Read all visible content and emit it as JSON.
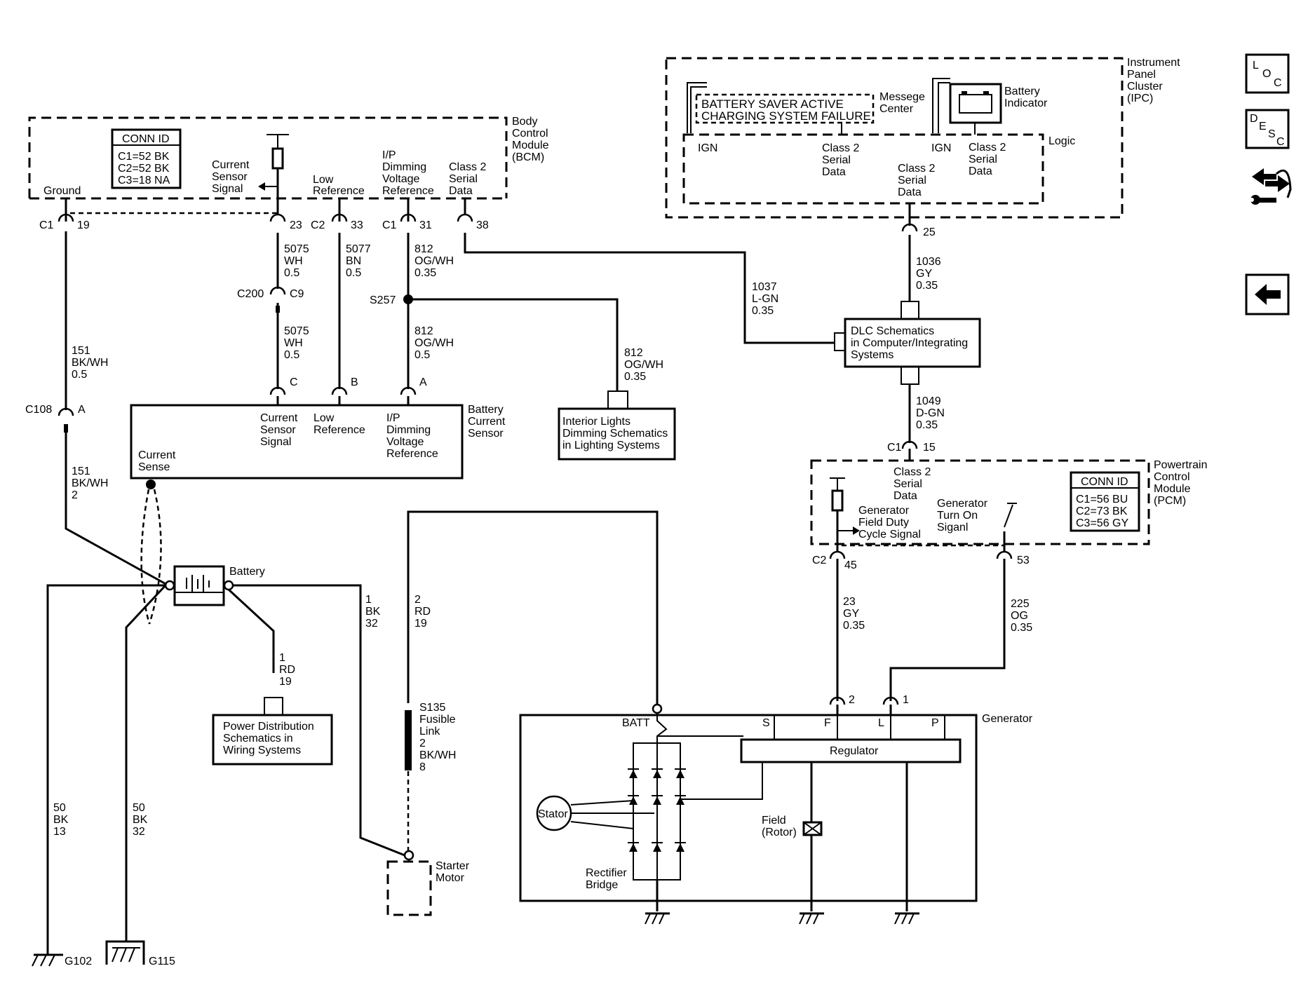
{
  "colors": {
    "line": "#000000",
    "background": "#ffffff"
  },
  "bcm": {
    "title": [
      "Body",
      "Control",
      "Module",
      "(BCM)"
    ],
    "conn_id_title": "CONN ID",
    "conn_id": [
      "C1=52 BK",
      "C2=52 BK",
      "C3=18 NA"
    ],
    "ground": "Ground",
    "current_sensor_signal": [
      "Current",
      "Sensor",
      "Signal"
    ],
    "low_reference": [
      "Low",
      "Reference"
    ],
    "ip_dimming": [
      "I/P",
      "Dimming",
      "Voltage",
      "Reference"
    ],
    "class2": [
      "Class 2",
      "Serial",
      "Data"
    ],
    "pins": {
      "c1": "C1",
      "p19": "19",
      "p23": "23",
      "c2": "C2",
      "p33": "33",
      "c1b": "C1",
      "p31": "31",
      "p38": "38"
    }
  },
  "ipc": {
    "title": [
      "Instrument",
      "Panel",
      "Cluster",
      "(IPC)"
    ],
    "msg_line1": "BATTERY SAVER ACTIVE",
    "msg_line2": "CHARGING SYSTEM FAILURE",
    "message_center": [
      "Messege",
      "Center"
    ],
    "battery_indicator": [
      "Battery",
      "Indicator"
    ],
    "logic": "Logic",
    "ign1": "IGN",
    "ign2": "IGN",
    "class2_a": [
      "Class 2",
      "Serial",
      "Data"
    ],
    "class2_b": [
      "Class 2",
      "Serial",
      "Data"
    ],
    "class2_c": [
      "Class 2",
      "Serial",
      "Data"
    ],
    "pin25": "25"
  },
  "wires": {
    "w1036": [
      "1036",
      "GY",
      "0.35"
    ],
    "w1037": [
      "1037",
      "L-GN",
      "0.35"
    ],
    "w1049": [
      "1049",
      "D-GN",
      "0.35"
    ],
    "w5075a": [
      "5075",
      "WH",
      "0.5"
    ],
    "w5075b": [
      "5075",
      "WH",
      "0.5"
    ],
    "w5077": [
      "5077",
      "BN",
      "0.5"
    ],
    "w812a": [
      "812",
      "OG/WH",
      "0.35"
    ],
    "w812b": [
      "812",
      "OG/WH",
      "0.5"
    ],
    "w812c": [
      "812",
      "OG/WH",
      "0.35"
    ],
    "w151a": [
      "151",
      "BK/WH",
      "0.5"
    ],
    "w151b": [
      "151",
      "BK/WH",
      "2"
    ],
    "w1rd": [
      "1",
      "RD",
      "19"
    ],
    "w1bk": [
      "1",
      "BK",
      "32"
    ],
    "w2rd": [
      "2",
      "RD",
      "19"
    ],
    "w50a": [
      "50",
      "BK",
      "13"
    ],
    "w50b": [
      "50",
      "BK",
      "32"
    ],
    "w23": [
      "23",
      "GY",
      "0.35"
    ],
    "w225": [
      "225",
      "OG",
      "0.35"
    ]
  },
  "connectors": {
    "c200": "C200",
    "c9": "C9",
    "s257": "S257",
    "c108": "C108",
    "a1": "A",
    "c": "C",
    "b": "B",
    "a": "A",
    "c1_15": "C1",
    "p15": "15",
    "c2_45": "C2",
    "p45": "45",
    "p53": "53",
    "g2": "2",
    "g1": "1"
  },
  "dlc": [
    "DLC Schematics",
    "in Computer/Integrating",
    "Systems"
  ],
  "interior": [
    "Interior Lights",
    "Dimming Schematics",
    "in Lighting Systems"
  ],
  "power_dist": [
    "Power Distribution",
    "Schematics in",
    "Wiring Systems"
  ],
  "bcs": {
    "title": [
      "Battery",
      "Current",
      "Sensor"
    ],
    "cs_signal": [
      "Current",
      "Sensor",
      "Signal"
    ],
    "low_ref": [
      "Low",
      "Reference"
    ],
    "ip_dim": [
      "I/P",
      "Dimming",
      "Voltage",
      "Reference"
    ],
    "current_sense": [
      "Current",
      "Sense"
    ]
  },
  "battery_label": "Battery",
  "fusible": [
    "S135",
    "Fusible",
    "Link",
    "2",
    "BK/WH",
    "8"
  ],
  "starter": [
    "Starter",
    "Motor"
  ],
  "pcm": {
    "title": [
      "Powertrain",
      "Control",
      "Module",
      "(PCM)"
    ],
    "conn_id_title": "CONN ID",
    "conn_id": [
      "C1=56 BU",
      "C2=73 BK",
      "C3=56 GY"
    ],
    "class2": [
      "Class 2",
      "Serial",
      "Data"
    ],
    "gen_field": [
      "Generator",
      "Field Duty",
      "Cycle Signal"
    ],
    "gen_turn": [
      "Generator",
      "Turn On",
      "Siganl"
    ]
  },
  "generator": {
    "title": "Generator",
    "batt": "BATT",
    "s": "S",
    "f": "F",
    "l": "L",
    "p": "P",
    "regulator": "Regulator",
    "stator": "Stator",
    "field": [
      "Field",
      "(Rotor)"
    ],
    "rectifier": [
      "Rectifier",
      "Bridge"
    ]
  },
  "grounds": {
    "g102": "G102",
    "g115": "G115"
  },
  "nav": {
    "loc": [
      "L",
      "O",
      "C"
    ],
    "desc": [
      "D",
      "E",
      "S",
      "C"
    ]
  }
}
